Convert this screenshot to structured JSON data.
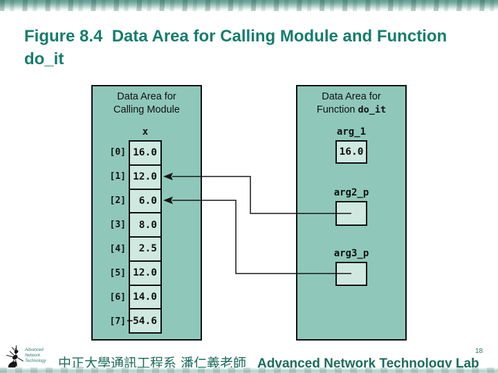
{
  "title": "Figure 8.4  Data Area for Calling Module and Function do_it",
  "colors": {
    "title_text": "#147d6e",
    "box_fill": "#8fc8ba",
    "cell_fill": "#cfe9e0",
    "border": "#0d0d0d",
    "arrow": "#161616",
    "footer_text": "#1d6b5d"
  },
  "diagram": {
    "left_box": {
      "title_line1": "Data Area for",
      "title_line2": "Calling Module",
      "array_label": "x",
      "cells": [
        {
          "index": "[0]",
          "value": "16.0"
        },
        {
          "index": "[1]",
          "value": "12.0"
        },
        {
          "index": "[2]",
          "value": "6.0"
        },
        {
          "index": "[3]",
          "value": "8.0"
        },
        {
          "index": "[4]",
          "value": "2.5"
        },
        {
          "index": "[5]",
          "value": "12.0"
        },
        {
          "index": "[6]",
          "value": "14.0"
        },
        {
          "index": "[7]",
          "value": "−54.6"
        }
      ]
    },
    "right_box": {
      "title_line1": "Data Area for",
      "title_line2_text": "Function",
      "title_line2_code": "do_it",
      "items": [
        {
          "label": "arg_1",
          "value": "16.0"
        },
        {
          "label": "arg2_p",
          "value": ""
        },
        {
          "label": "arg3_p",
          "value": ""
        }
      ]
    },
    "arrows": [
      {
        "from": "arg2_p",
        "to": "x[1]"
      },
      {
        "from": "arg3_p",
        "to": "x[2]"
      }
    ]
  },
  "footer": {
    "logo_lines": [
      "Advanced",
      "Network",
      "Technology"
    ],
    "affiliation": "中正大學通訊工程系 潘仁義老師",
    "lab": "Advanced Network Technology Lab",
    "page_number": "18"
  }
}
